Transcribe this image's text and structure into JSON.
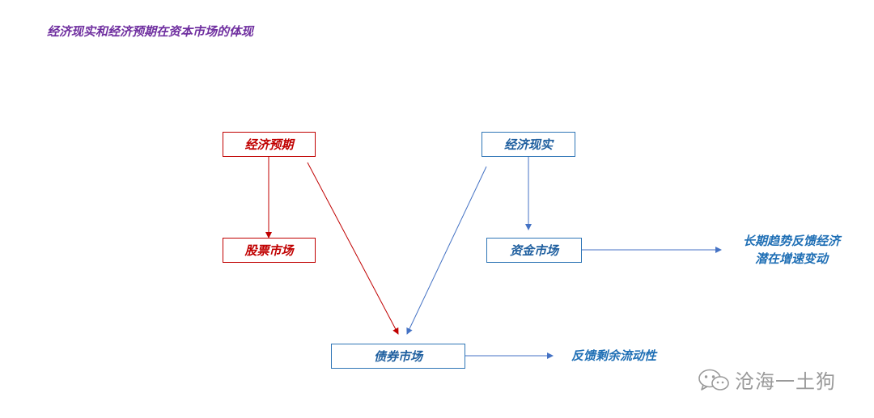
{
  "title": "经济现实和经济预期在资本市场的体现",
  "nodes": {
    "expectation": "经济预期",
    "stock_market": "股票市场",
    "bond_market": "债券市场",
    "reality": "经济现实",
    "money_market": "资金市场"
  },
  "outcomes": {
    "long_term_line1": "长期趋势反馈经济",
    "long_term_line2": "潜在增速变动",
    "liquidity": "反馈剩余流动性"
  },
  "watermark": "沧海一土狗",
  "colors": {
    "title": "#7030a0",
    "expectation": "#c00000",
    "reality": "#2e75b6"
  }
}
